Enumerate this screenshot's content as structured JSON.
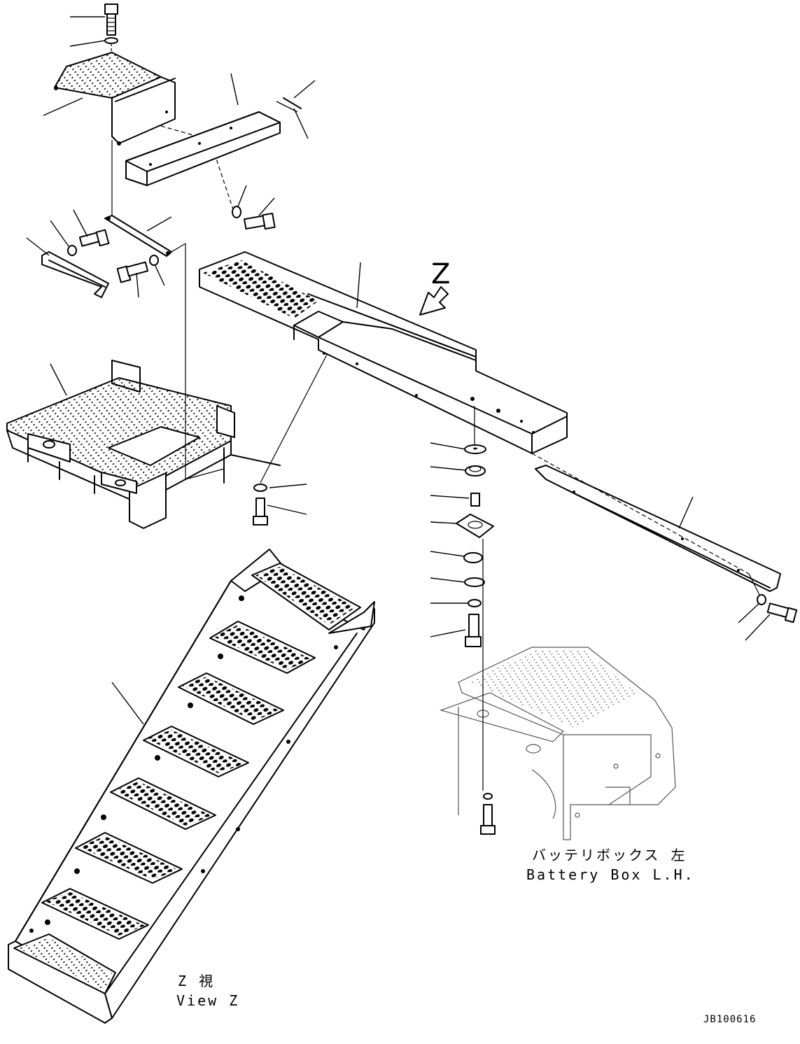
{
  "labels": {
    "view_marker": "Z",
    "battery_box_jp": "バッテリボックス 左",
    "battery_box_en": "Battery Box L.H.",
    "view_z_jp": "Z 視",
    "view_z_en": "View Z",
    "drawing_number": "JB100616"
  },
  "colors": {
    "line": "#000000",
    "background": "#ffffff"
  }
}
